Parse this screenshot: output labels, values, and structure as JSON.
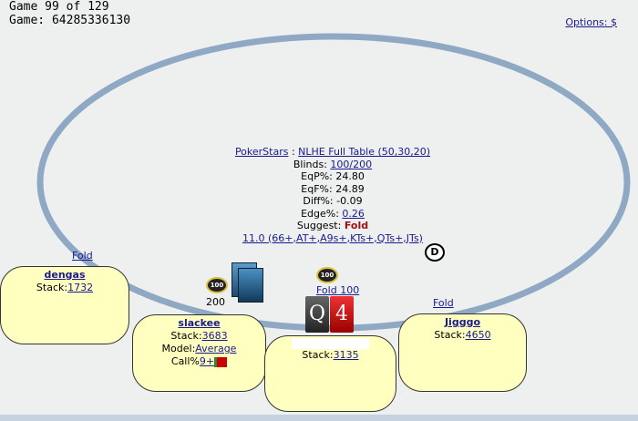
{
  "header": {
    "game_count": "Game 99 of 129",
    "game_id": "Game: 64285336130",
    "options": "Options: $"
  },
  "info": {
    "site": "PokerStars",
    "sep": " : ",
    "table": "NLHE Full Table (50,30,20)",
    "blinds_label": "Blinds: ",
    "blinds": "100/200",
    "eqp": "EqP%: 24.80",
    "eqf": "EqF%: 24.89",
    "diff": "Diff%: -0.09",
    "edge_label": "Edge%: ",
    "edge": "0.26",
    "suggest_label": "Suggest: ",
    "suggest": "Fold",
    "range": "11.0 (66+,AT+,A9s+,KTs+,QTs+,JTs)"
  },
  "dealer": "D",
  "players": [
    {
      "name": "dengas",
      "stack_label": "Stack:",
      "stack": "1732",
      "action": "Fold"
    },
    {
      "name": "slackee",
      "stack_label": "Stack:",
      "stack": "3683",
      "model_label": "Model:",
      "model": "Average",
      "call_label": "Call%",
      "call": "9+",
      "bet": "200",
      "chip": "100"
    },
    {
      "stack_label": "Stack:",
      "stack": "3135",
      "action": "Fold 100",
      "chip": "100",
      "cards": [
        "Q",
        "4"
      ]
    },
    {
      "name": "Jigggo",
      "stack_label": "Stack:",
      "stack": "4650",
      "action": "Fold"
    }
  ]
}
